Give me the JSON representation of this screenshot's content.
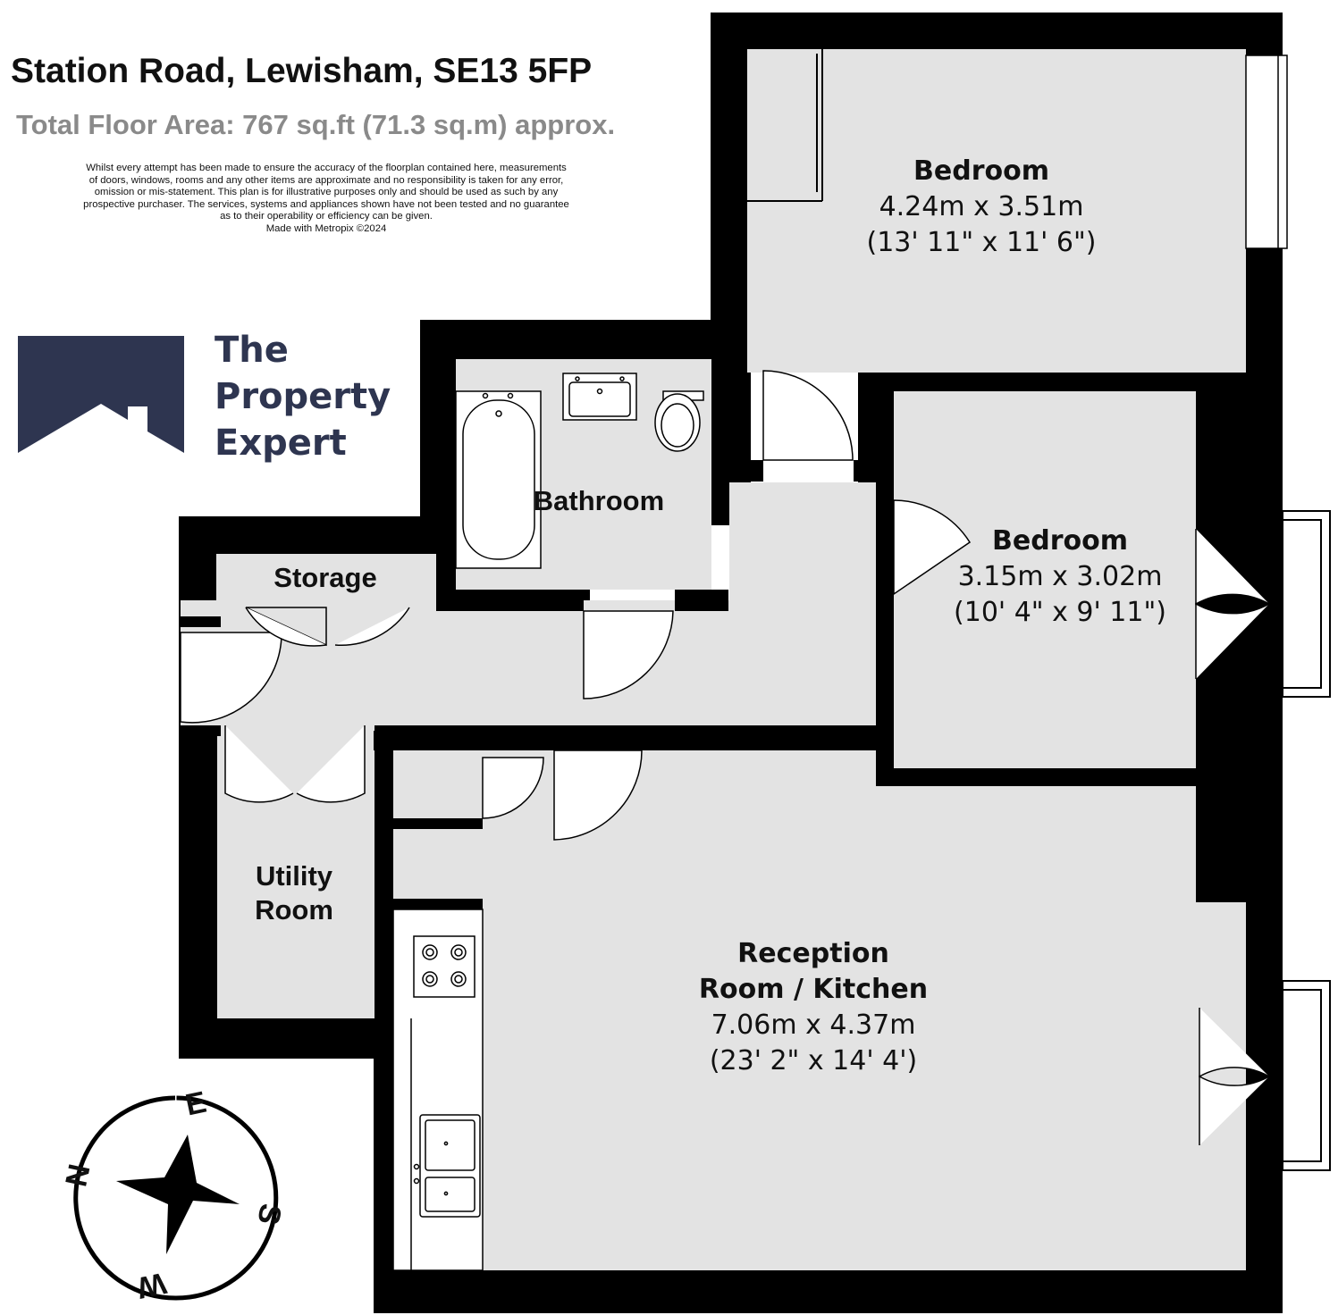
{
  "header": {
    "title": "Station Road, Lewisham, SE13 5FP",
    "floor_area": "Total Floor Area: 767 sq.ft (71.3 sq.m) approx.",
    "disclaimer": [
      "Whilst every attempt has been made to ensure the accuracy of the floorplan contained here, measurements",
      "of doors, windows, rooms and any other items are approximate and no responsibility is taken for any error,",
      "omission or mis-statement. This plan is for illustrative purposes only and should be used as such by any",
      "prospective purchaser. The services, systems and appliances shown have not been tested and no guarantee",
      "as to their operability or efficiency can be given.",
      "Made with Metropix ©2024"
    ]
  },
  "brand": {
    "line1": "The",
    "line2": "Property",
    "line3": "Expert",
    "color": "#2e3550"
  },
  "rooms": {
    "bedroom1": {
      "name": "Bedroom",
      "metric": "4.24m x 3.51m",
      "imperial": "(13' 11\" x 11' 6\")"
    },
    "bedroom2": {
      "name": "Bedroom",
      "metric": "3.15m x 3.02m",
      "imperial": "(10' 4\" x 9' 11\")"
    },
    "bathroom": {
      "name": "Bathroom"
    },
    "storage": {
      "name": "Storage"
    },
    "utility": {
      "line1": "Utility",
      "line2": "Room"
    },
    "reception": {
      "line1": "Reception",
      "line2": "Room / Kitchen",
      "metric": "7.06m x 4.37m",
      "imperial": "(23' 2\" x 14' 4')"
    }
  },
  "compass": {
    "n": "N",
    "e": "E",
    "s": "S",
    "w": "W"
  },
  "colors": {
    "wall": "#000000",
    "floor": "#e3e3e3",
    "background": "#ffffff"
  }
}
